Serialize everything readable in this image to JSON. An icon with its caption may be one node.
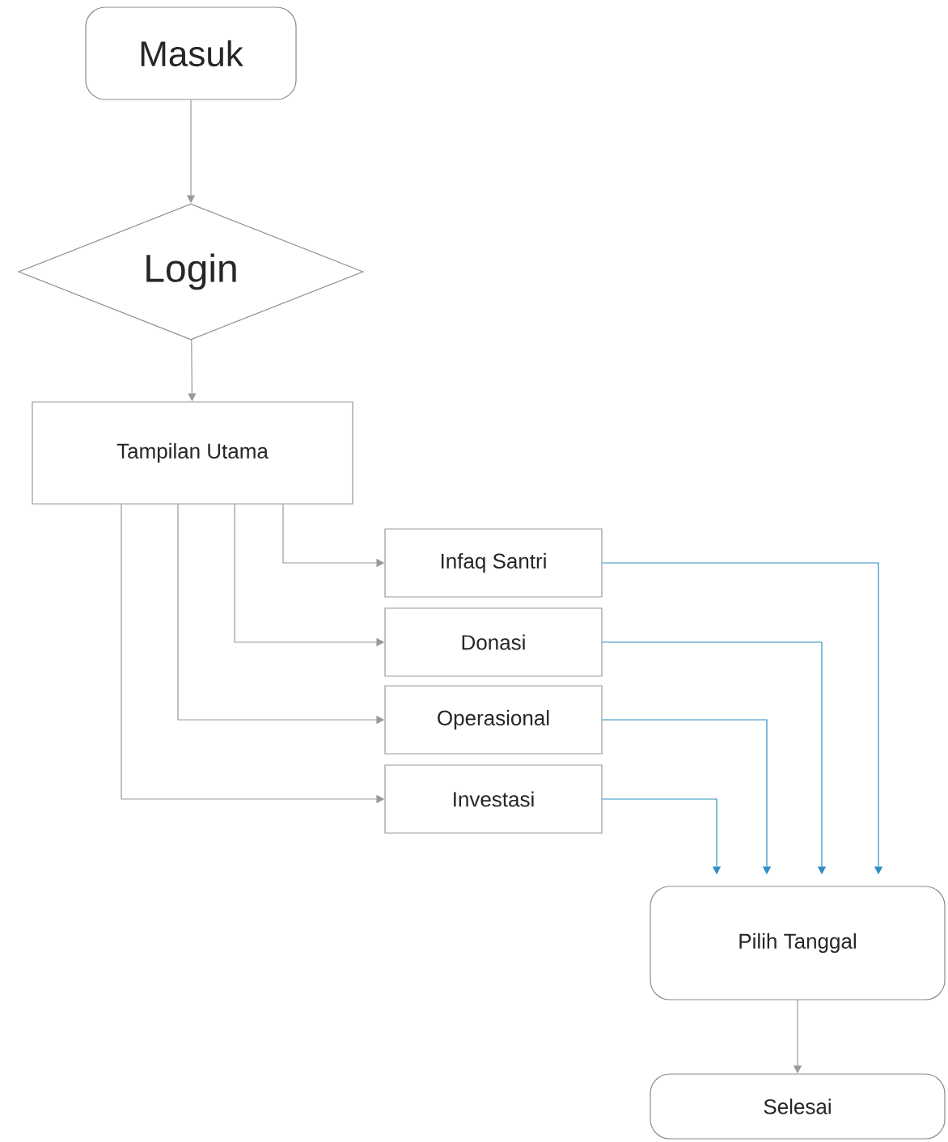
{
  "diagram": {
    "nodes": [
      {
        "text": [
          "Masuk"
        ]
      },
      {
        "text": [
          "Login"
        ]
      },
      {
        "text": [
          "Tampilan Utama"
        ]
      },
      {
        "text": [
          "Infaq Santri"
        ]
      },
      {
        "text": [
          "Donasi"
        ]
      },
      {
        "text": [
          "Operasional"
        ]
      },
      {
        "text": [
          "Investasi"
        ]
      },
      {
        "text": [
          "Pilih Tanggal"
        ]
      },
      {
        "text": [
          "Selesai"
        ]
      }
    ],
    "edges": [
      {
        "from": 0,
        "to": 1,
        "arrow": "to"
      },
      {
        "from": 1,
        "to": 2,
        "arrow": "to"
      },
      {
        "from": 2,
        "to": 3,
        "arrow": "to"
      },
      {
        "from": 2,
        "to": 4,
        "arrow": "to"
      },
      {
        "from": 2,
        "to": 5,
        "arrow": "to"
      },
      {
        "from": 2,
        "to": 6,
        "arrow": "to"
      },
      {
        "from": 3,
        "to": 7,
        "arrow": "to",
        "color": "#2e8fc4"
      },
      {
        "from": 4,
        "to": 7,
        "arrow": "to",
        "color": "#2e8fc4"
      },
      {
        "from": 5,
        "to": 7,
        "arrow": "to",
        "color": "#2e8fc4"
      },
      {
        "from": 6,
        "to": 7,
        "arrow": "to",
        "color": "#2e8fc4"
      },
      {
        "from": 7,
        "to": 8,
        "arrow": "to"
      }
    ]
  }
}
